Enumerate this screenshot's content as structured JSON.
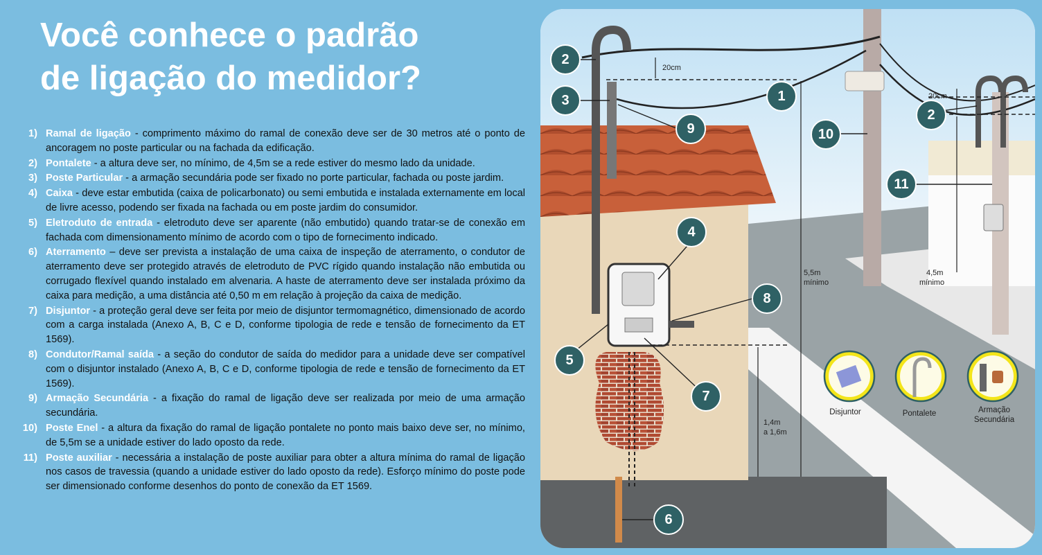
{
  "title": {
    "line1": "Você conhece o padrão",
    "line2": "de ligação do medidor?"
  },
  "items": [
    {
      "num": "1)",
      "term": "Ramal de ligação",
      "desc": " - comprimento máximo do ramal de conexão deve ser de 30 metros até o ponto de ancoragem no poste particular ou na fachada da edificação."
    },
    {
      "num": "2)",
      "term": "Pontalete",
      "desc": " - a altura deve ser, no mínimo, de 4,5m se a rede estiver do mesmo lado da unidade."
    },
    {
      "num": "3)",
      "term": "Poste Particular",
      "desc": " -  a armação secundária pode ser fixado no porte particular, fachada ou poste jardim."
    },
    {
      "num": "4)",
      "term": "Caixa",
      "desc": " - deve estar embutida (caixa de policarbonato) ou semi embutida e instalada externamente em local de livre acesso, podendo ser fixada na fachada ou em poste jardim do consumidor."
    },
    {
      "num": "5)",
      "term": "Eletroduto de entrada",
      "desc": " - eletroduto deve ser aparente (não embutido) quando tratar-se de conexão em fachada com dimensionamento mínimo de acordo com o tipo de fornecimento indicado."
    },
    {
      "num": "6)",
      "term": "Aterramento",
      "desc": " – deve ser prevista a instalação de uma caixa de inspeção de aterramento, o condutor de aterramento deve ser protegido através de eletroduto de PVC rígido quando instalação não embutida ou corrugado flexível quando instalado em alvenaria. A haste de aterramento deve ser instalada próximo da caixa para medição, a uma distância até 0,50 m em relação à projeção da caixa de medição."
    },
    {
      "num": "7)",
      "term": "Disjuntor",
      "desc": " - a proteção geral deve ser feita por meio de disjuntor termomagnético, dimensionado de acordo com a carga instalada (Anexo A, B, C e D, conforme tipologia de rede e tensão de fornecimento da ET 1569)."
    },
    {
      "num": "8)",
      "term": "Condutor/Ramal saída",
      "desc": " - a seção do condutor de saída do medidor para a unidade deve ser compatível com o disjuntor instalado (Anexo A, B, C e D, conforme tipologia de rede e tensão de fornecimento da ET 1569)."
    },
    {
      "num": "9)",
      "term": "Armação Secundária",
      "desc": " - a fixação do ramal de ligação deve ser realizada por meio de uma armação secundária."
    },
    {
      "num": "10)",
      "term": "Poste Enel",
      "desc": " - a altura da fixação do ramal de ligação pontalete no ponto mais baixo deve ser, no mínimo, de 5,5m se a unidade estiver do lado oposto da rede."
    },
    {
      "num": "11)",
      "term": "Poste auxiliar",
      "desc": " - necessária a instalação de poste auxiliar para obter a altura mínima do ramal de ligação nos casos de travessia (quando a unidade estiver do lado oposto da rede). Esforço mínimo do poste pode ser dimensionado conforme desenhos do ponto de conexão da ET 1569."
    }
  ],
  "diagram": {
    "badges": [
      "1",
      "2",
      "3",
      "4",
      "5",
      "6",
      "7",
      "8",
      "9",
      "10",
      "11"
    ],
    "dims": {
      "d20_left": "20cm",
      "d20_right": "20cm",
      "d55_a": "5,5m",
      "d55_b": "mínimo",
      "d45_a": "4,5m",
      "d45_b": "mínimo",
      "d14_a": "1,4m",
      "d14_b": "a 1,6m"
    },
    "insets": {
      "disjuntor": "Disjuntor",
      "pontalete": "Pontalete",
      "armacao_a": "Armação",
      "armacao_b": "Secundária"
    }
  },
  "colors": {
    "background": "#7bbde0",
    "badge": "#2f6165",
    "inset_ring": "#f3e51a",
    "roof": "#c45a34",
    "brick": "#b04a32"
  }
}
